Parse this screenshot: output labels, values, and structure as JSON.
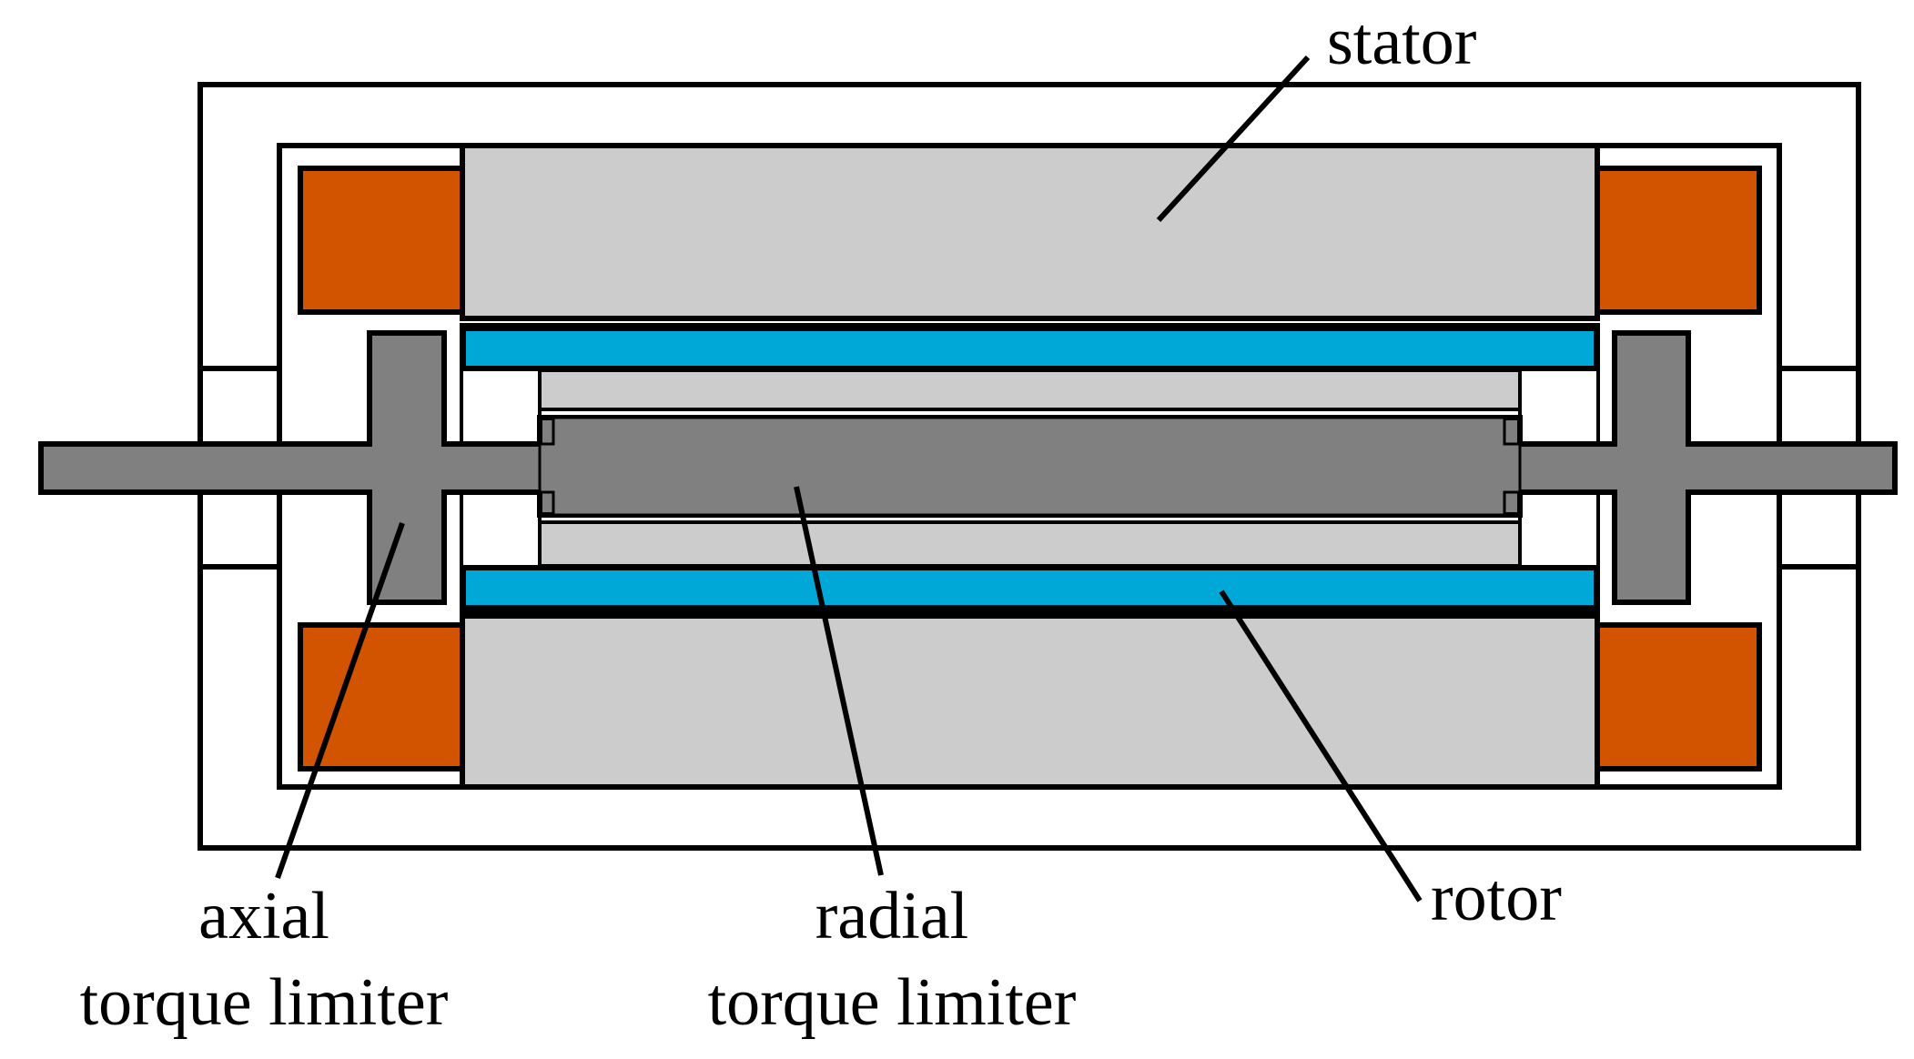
{
  "labels": {
    "stator": "stator",
    "rotor": "rotor",
    "axial_line1": "axial",
    "axial_line2": "torque limiter",
    "radial_line1": "radial",
    "radial_line2": "torque limiter"
  },
  "colors": {
    "background": "#ffffff",
    "outline": "#000000",
    "stator": "#cccccc",
    "winding": "#d35400",
    "magnet": "#00a8d8",
    "shaft": "#808080",
    "sleeve": "#cccccc"
  }
}
